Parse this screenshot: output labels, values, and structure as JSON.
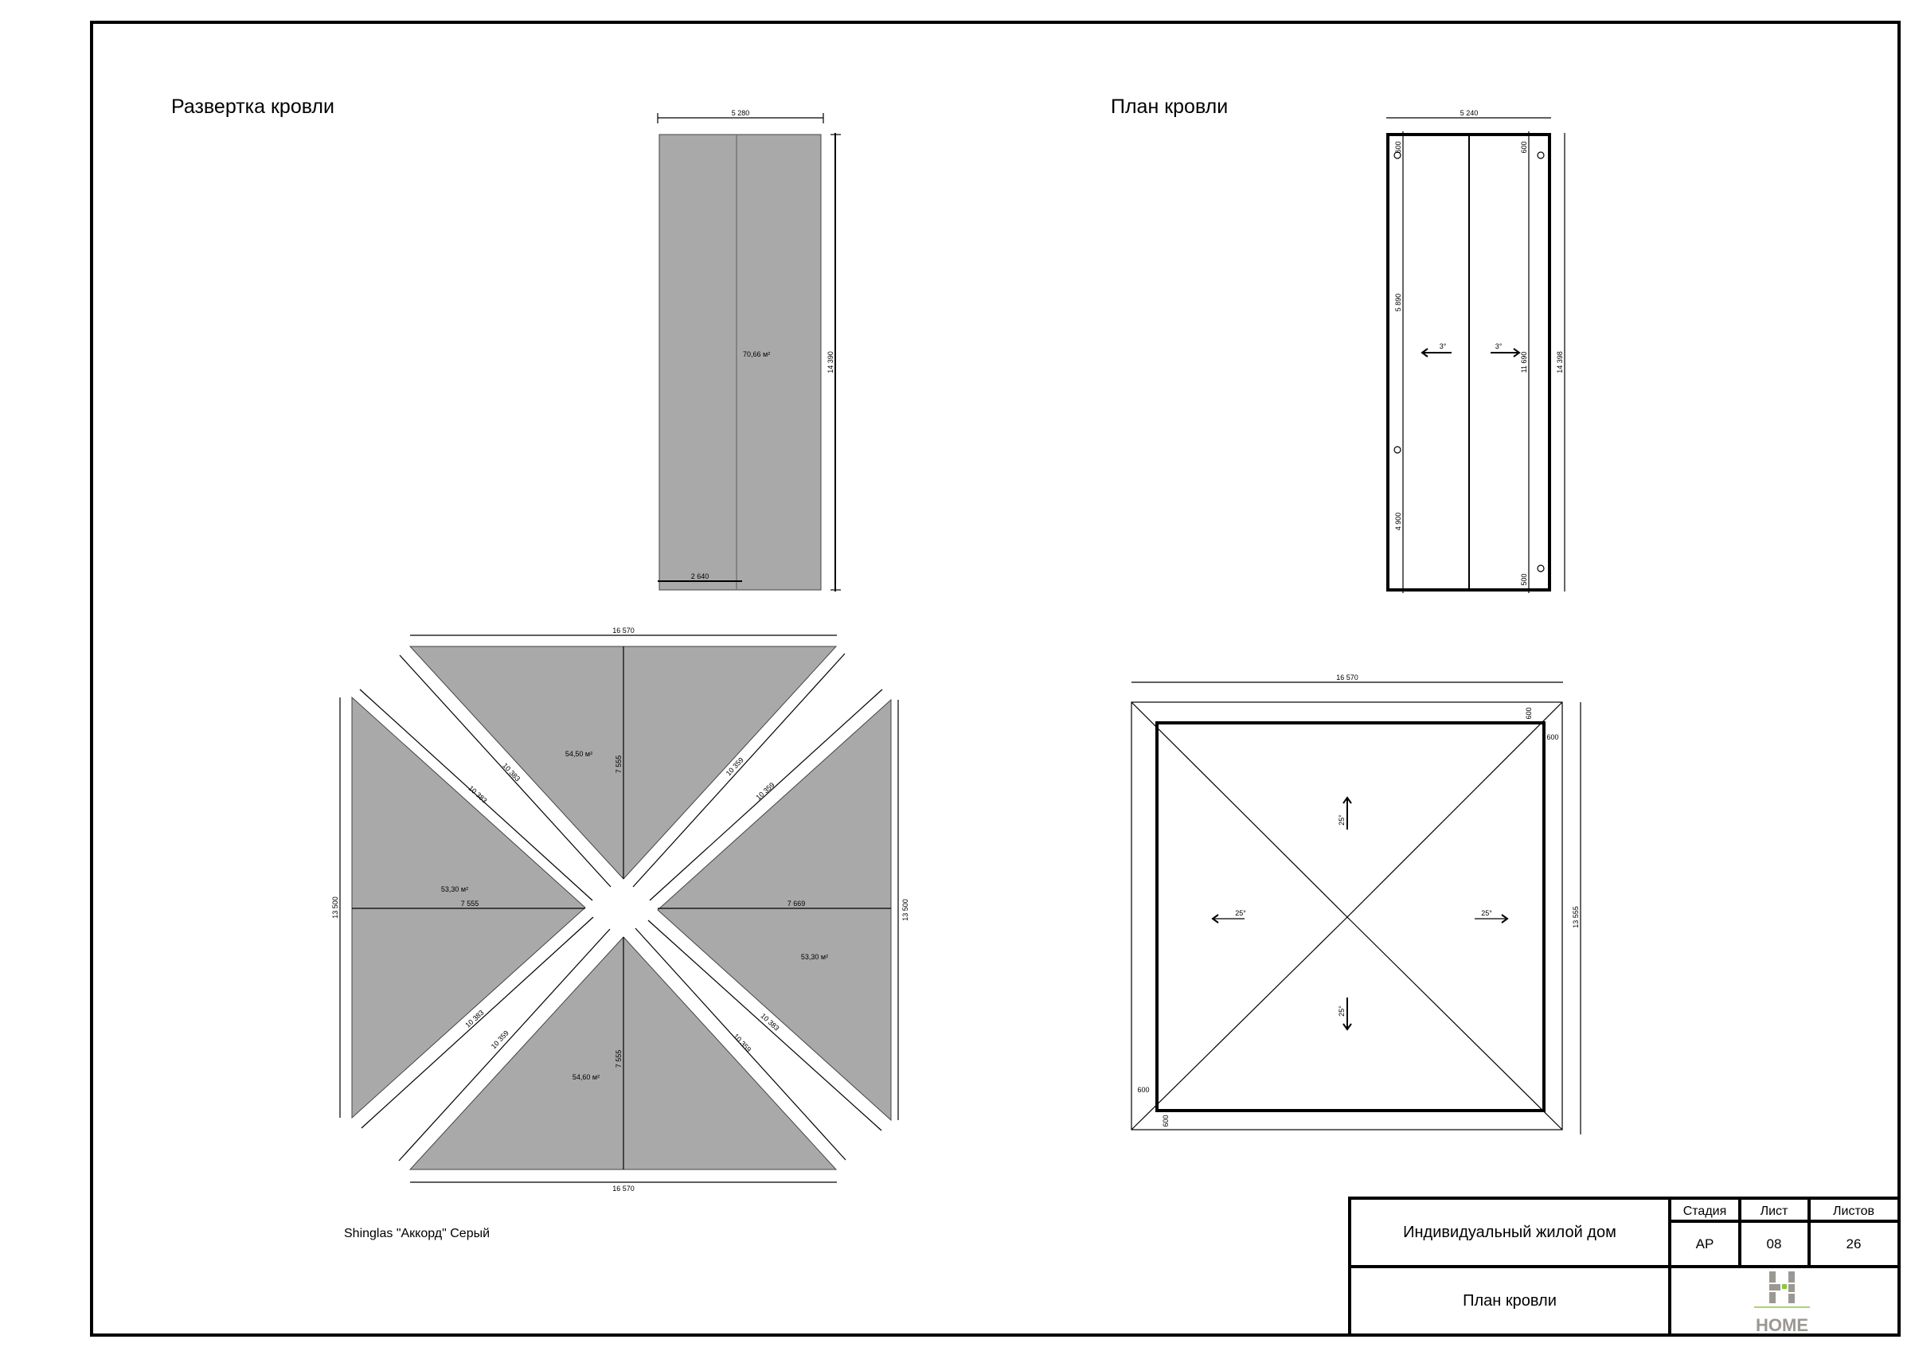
{
  "sheet": {
    "left_title": "Развертка кровли",
    "right_title": "План кровли",
    "material_note": "Shinglas \"Аккорд\" Серый"
  },
  "flat_unfold": {
    "width_dim": "5 280",
    "height_dim": "14 390",
    "half_dim": "2 640",
    "area": "70,66 м²"
  },
  "hip_unfold": {
    "top_dim": "16 570",
    "bottom_dim": "16 570",
    "left_dim": "13 500",
    "right_dim": "13 500",
    "areas": [
      "54,50 м²",
      "53,30 м²",
      "53,30 м²",
      "54,60 м²"
    ],
    "heights": [
      "7 555",
      "7 669",
      "7 555",
      "7 555"
    ],
    "hip_lengths": [
      "10 383",
      "10 383",
      "10 359",
      "10 359",
      "10 383",
      "10 359",
      "10 359",
      "10 383"
    ]
  },
  "flat_plan": {
    "width_dim": "5 240",
    "height_dim": "14 398",
    "left_dims": [
      "600",
      "5 890",
      "4 900"
    ],
    "right_dims": [
      "600",
      "11 690",
      "500"
    ],
    "slopes": [
      "3°",
      "3°"
    ]
  },
  "hip_plan": {
    "width_dim": "16 570",
    "height_dim": "13 555",
    "overhangs": [
      "600",
      "600",
      "600",
      "600"
    ],
    "slopes": [
      "25°",
      "25°",
      "25°",
      "25°"
    ]
  },
  "title_block": {
    "project": "Индивидуальный жилой дом",
    "sheet_name": "План кровли",
    "stage_label": "Стадия",
    "sheet_label": "Лист",
    "sheets_label": "Листов",
    "stage": "АР",
    "sheet": "08",
    "sheets": "26",
    "logo_text": "HOME"
  },
  "colors": {
    "roof_fill": "#a9a9a9",
    "logo_gray": "#9b9893",
    "logo_green": "#8cc63f"
  }
}
